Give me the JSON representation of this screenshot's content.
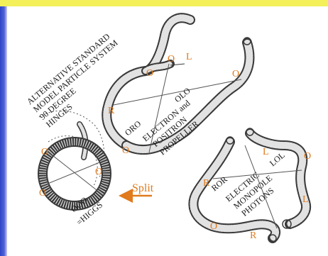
{
  "colors": {
    "top_strip": "#f3f05a",
    "left_strip": "#2c44c8",
    "tube": "#3a3a3a",
    "tube_fill": "#d9d9d9",
    "accent_orange": "#e07a1c",
    "text": "#1a1a1a"
  },
  "title": {
    "line1": "ALTERNATIVE STANDARD",
    "line2": "MODEL PARTICLE SYSTEM",
    "line3": "90 DEGREE",
    "line4": "HINGES"
  },
  "electron": {
    "code_left": "ORO",
    "code_right": "OLO",
    "line1": "ELECTRON and",
    "line2": "POSITRON",
    "line3": "PROPELLER"
  },
  "photon": {
    "code_left": "ROR",
    "code_right": "LOL",
    "line1": "ELECTRIC",
    "line2": "MONOPOLE",
    "line3": "PHOTONS"
  },
  "higgs": {
    "code": "OOO",
    "label": "=HIGGS",
    "split": "Split"
  },
  "markers": {
    "o": "O",
    "l": "L",
    "r": "R"
  }
}
